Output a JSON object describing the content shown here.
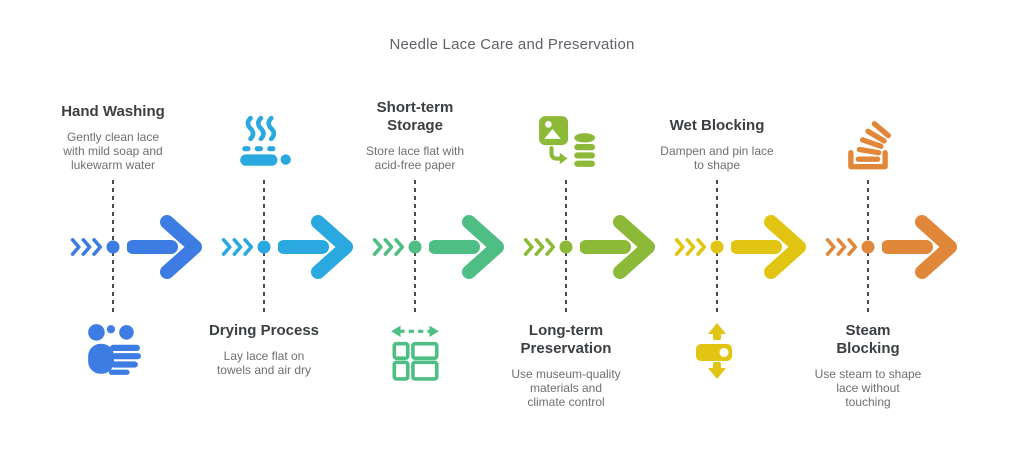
{
  "title": "Needle Lace Care and Preservation",
  "steps": [
    {
      "title": "Hand Washing",
      "description": "Gently clean lace\nwith mild soap and\nlukewarm water",
      "color": "#3D7DE3",
      "icon": "hand-washing-icon",
      "layout": "text-top"
    },
    {
      "title": "Drying Process",
      "description": "Lay lace flat on\ntowels and air dry",
      "color": "#29A9E0",
      "icon": "steam-drying-icon",
      "layout": "icon-top"
    },
    {
      "title": "Short-term\nStorage",
      "description": "Store lace flat with\nacid-free paper",
      "color": "#4FBE84",
      "icon": "flat-storage-width-icon",
      "layout": "text-top"
    },
    {
      "title": "Long-term\nPreservation",
      "description": "Use museum-quality\nmaterials and\nclimate control",
      "color": "#8CBA38",
      "icon": "archive-to-database-icon",
      "layout": "icon-top"
    },
    {
      "title": "Wet Blocking",
      "description": "Dampen and pin lace\nto shape",
      "color": "#E2C512",
      "icon": "pin-vertical-stretch-icon",
      "layout": "text-top"
    },
    {
      "title": "Steam\nBlocking",
      "description": "Use steam to shape\nlace without\ntouching",
      "color": "#E0873A",
      "icon": "steam-stack-icon",
      "layout": "icon-top"
    }
  ]
}
